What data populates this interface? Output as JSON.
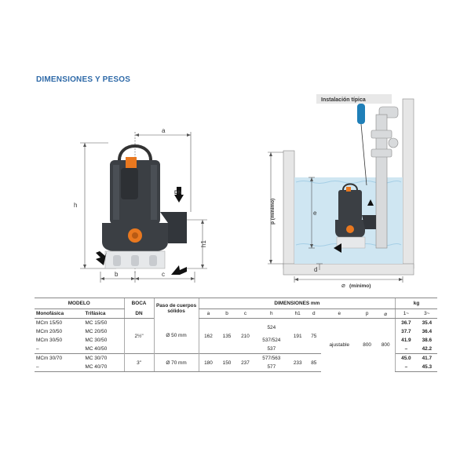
{
  "title": "DIMENSIONES Y PESOS",
  "installation_label": "Instalación típica",
  "left_diagram": {
    "labels": {
      "a": "a",
      "h": "h",
      "dn": "DN",
      "h1": "h1",
      "b": "b",
      "c": "c"
    }
  },
  "right_diagram": {
    "labels": {
      "p": "p (mínimo)",
      "e": "e",
      "d": "d",
      "min": "(mínimo)"
    }
  },
  "table": {
    "headers": {
      "modelo": "MODELO",
      "monofasica": "Monofásica",
      "trifasica": "Trifásica",
      "boca": "BOCA",
      "dn": "DN",
      "paso": "Paso de cuerpos sólidos",
      "dimensiones": "DIMENSIONES mm",
      "kg": "kg",
      "dims": [
        "a",
        "b",
        "c",
        "h",
        "h1",
        "d",
        "e",
        "p",
        "⌀"
      ],
      "phase1": "1~",
      "phase3": "3~"
    },
    "group1": {
      "boca": "2½\"",
      "paso": "Ø 50 mm",
      "a": "162",
      "b": "135",
      "c": "210",
      "h1": "191",
      "d": "75",
      "e": "ajustable",
      "p": "800",
      "diam": "800",
      "h_values": [
        "524",
        "537/524",
        "537"
      ],
      "rows": [
        {
          "mono": "MCm 15/50",
          "tri": "MC 15/50",
          "kg1": "36.7",
          "kg3": "35.4"
        },
        {
          "mono": "MCm 20/50",
          "tri": "MC 20/50",
          "kg1": "37.7",
          "kg3": "36.4"
        },
        {
          "mono": "MCm 30/50",
          "tri": "MC 30/50",
          "kg1": "41.9",
          "kg3": "38.6"
        },
        {
          "mono": "–",
          "tri": "MC 40/50",
          "kg1": "–",
          "kg3": "42.2"
        }
      ]
    },
    "group2": {
      "boca": "3\"",
      "paso": "Ø 70 mm",
      "a": "180",
      "b": "150",
      "c": "237",
      "h1": "233",
      "d": "85",
      "h_values": [
        "577/563",
        "577"
      ],
      "rows": [
        {
          "mono": "MCm 30/70",
          "tri": "MC 30/70",
          "kg1": "45.0",
          "kg3": "41.7"
        },
        {
          "mono": "–",
          "tri": "MC 40/70",
          "kg1": "–",
          "kg3": "45.3"
        }
      ]
    }
  },
  "colors": {
    "title": "#2f6aa8",
    "pump_body": "#3b3f44",
    "accent": "#e9781f",
    "water": "#cfe6f2",
    "handle_blue": "#1f7fb8"
  }
}
